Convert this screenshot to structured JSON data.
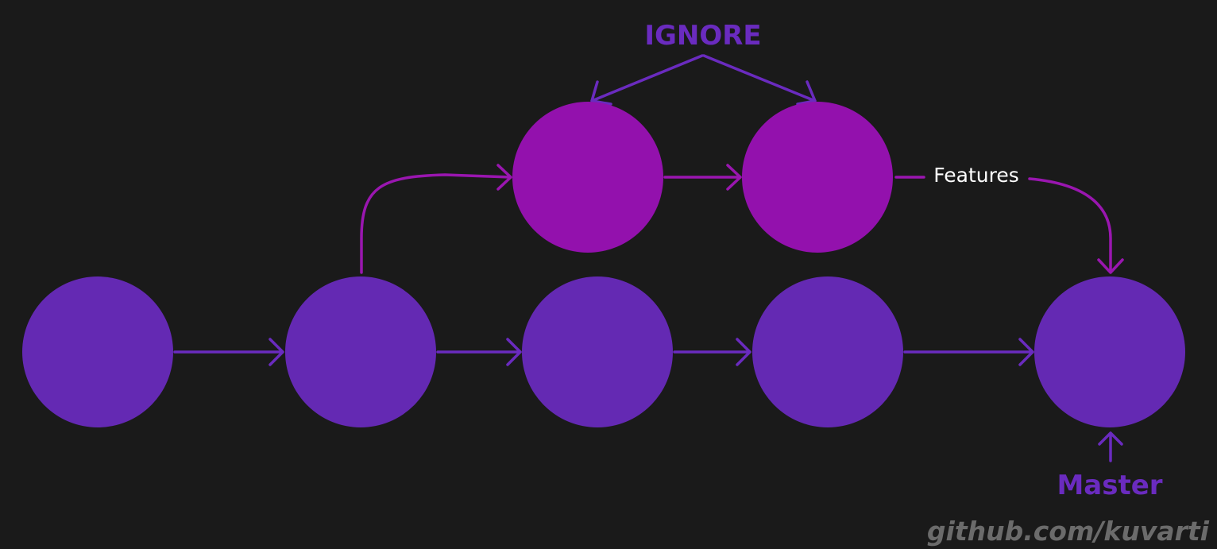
{
  "labels": {
    "ignore": "IGNORE",
    "features": "Features",
    "master": "Master",
    "watermark": "github.com/kuvarti"
  },
  "colors": {
    "background": "#1a1a1a",
    "master_node": "#6429b3",
    "feature_node": "#9311ad",
    "master_edge": "#6a2bbf",
    "feature_edge": "#9a16b0",
    "label_white": "#ffffff",
    "watermark": "#6b6b6b"
  },
  "nodes": {
    "master_branch": [
      "m1",
      "m2",
      "m3",
      "m4",
      "m5"
    ],
    "feature_branch": [
      "f1",
      "f2"
    ]
  }
}
